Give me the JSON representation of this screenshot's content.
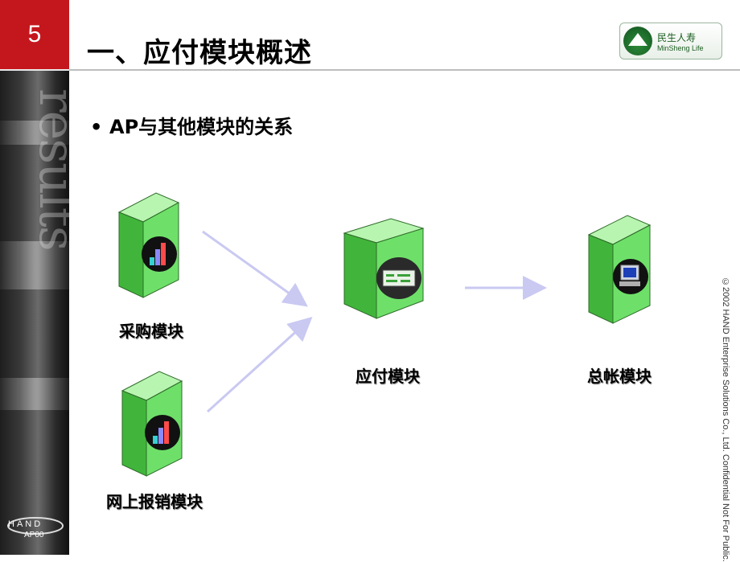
{
  "slide": {
    "number": "5",
    "title": "一、应付模块概述",
    "bullet": "AP与其他模块的关系",
    "copyright": "©2002 HAND Enterprise Solutions Co., Ltd.  Confidential Not For Public.",
    "left_watermark": "results"
  },
  "logo": {
    "cn": "民生人寿",
    "en": "MinSheng Life"
  },
  "footer": {
    "brand": "HAND",
    "code": "AP00"
  },
  "diagram": {
    "modules": [
      {
        "label": "采购模块",
        "icon": "bar-chart-icon"
      },
      {
        "label": "网上报销模块",
        "icon": "bar-chart-icon"
      },
      {
        "label": "应付模块",
        "icon": "ledger-panel-icon"
      },
      {
        "label": "总帐模块",
        "icon": "computer-icon"
      }
    ]
  },
  "colors": {
    "accent_red": "#c4171d",
    "box_green": "#6ee069",
    "arrow": "#c9c9f2"
  }
}
